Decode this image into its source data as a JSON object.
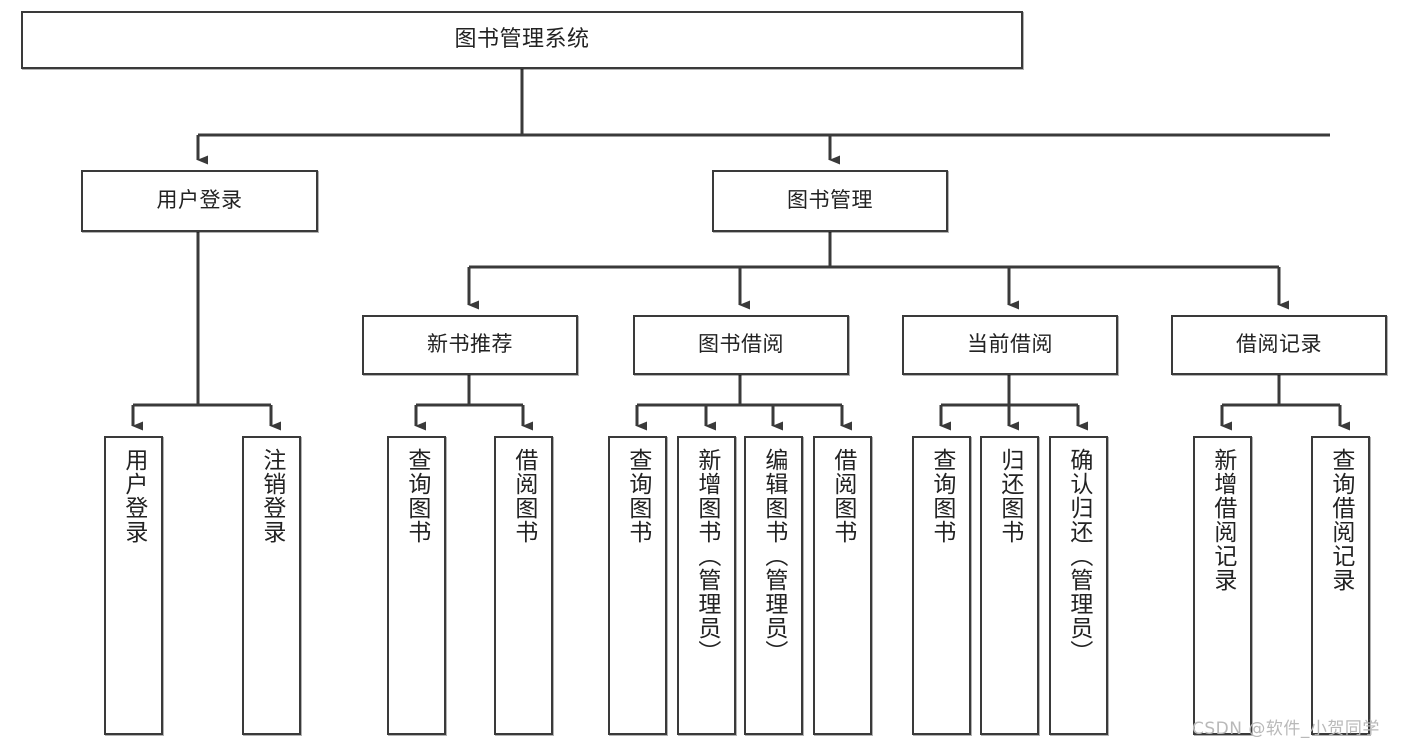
{
  "diagram": {
    "type": "tree-hierarchy",
    "title": "图书管理系统",
    "watermark": "CSDN @软件_小贺同学",
    "stroke_color": "#3a3a3a",
    "fill_color": "#ffffff",
    "text_color": "#222222",
    "watermark_color": "#b9b9b9",
    "levels": 4
  },
  "nodes": {
    "root": {
      "label": "图书管理系统"
    },
    "level2": [
      {
        "label": "用户登录"
      },
      {
        "label": "图书管理"
      }
    ],
    "level3": [
      {
        "label": "新书推荐"
      },
      {
        "label": "图书借阅"
      },
      {
        "label": "当前借阅"
      },
      {
        "label": "借阅记录"
      }
    ],
    "leaves": {
      "user_login": [
        {
          "label": "用户登录"
        },
        {
          "label": "注销登录"
        }
      ],
      "new_book": [
        {
          "label": "查询图书"
        },
        {
          "label": "借阅图书"
        }
      ],
      "book_borrow": [
        {
          "label": "查询图书"
        },
        {
          "label": "新增图书（管理员）"
        },
        {
          "label": "编辑图书（管理员）"
        },
        {
          "label": "借阅图书"
        }
      ],
      "current_borrow": [
        {
          "label": "查询图书"
        },
        {
          "label": "归还图书"
        },
        {
          "label": "确认归还（管理员）"
        }
      ],
      "borrow_record": [
        {
          "label": "新增借阅记录"
        },
        {
          "label": "查询借阅记录"
        }
      ]
    }
  }
}
